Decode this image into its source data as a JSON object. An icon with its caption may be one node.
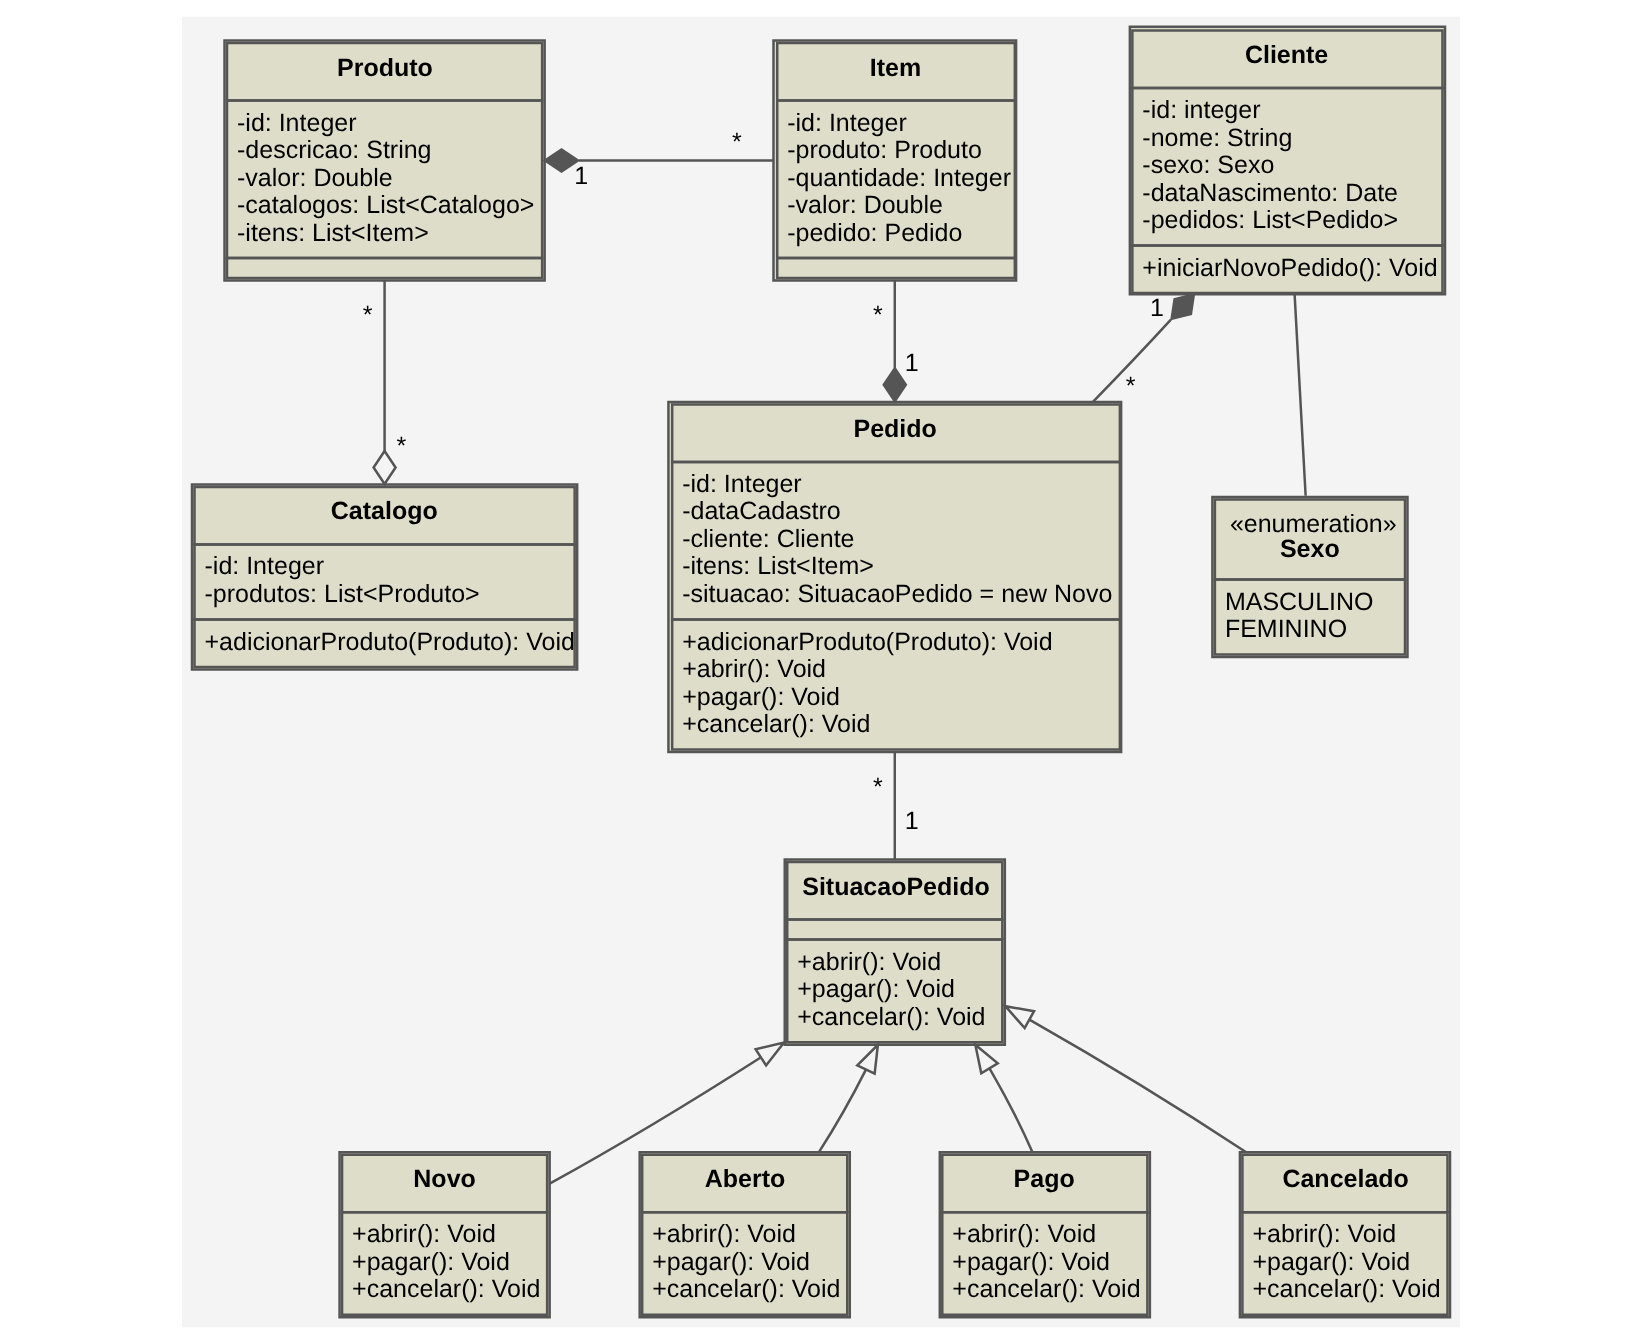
{
  "diagram": {
    "nodes": [
      {
        "text": [
          "Produto",
          "-id: Integer",
          "-descricao: String",
          "-valor: Double",
          "-catalogos: List<Catalogo>",
          "-itens: List<Item>"
        ]
      },
      {
        "text": [
          "Item",
          "-id: Integer",
          "-produto: Produto",
          "-quantidade: Integer",
          "-valor: Double",
          "-pedido: Pedido"
        ]
      },
      {
        "text": [
          "Cliente",
          "-id: integer",
          "-nome: String",
          "-sexo: Sexo",
          "-dataNascimento: Date",
          "-pedidos: List<Pedido>",
          "+iniciarNovoPedido(): Void"
        ]
      },
      {
        "text": [
          "Catalogo",
          "-id: Integer",
          "-produtos: List<Produto>",
          "+adicionarProduto(Produto): Void"
        ]
      },
      {
        "text": [
          "Pedido",
          "-id: Integer",
          "-dataCadastro",
          "-cliente: Cliente",
          "-itens: List<Item>",
          "-situacao: SituacaoPedido = new Novo",
          "+adicionarProduto(Produto): Void",
          "+abrir(): Void",
          "+pagar(): Void",
          "+cancelar(): Void"
        ]
      },
      {
        "text": [
          "«enumeration»",
          "Sexo",
          "MASCULINO",
          "FEMININO"
        ]
      },
      {
        "text": [
          "SituacaoPedido",
          "+abrir(): Void",
          "+pagar(): Void",
          "+cancelar(): Void"
        ]
      },
      {
        "text": [
          "Novo",
          "+abrir(): Void",
          "+pagar(): Void",
          "+cancelar(): Void"
        ]
      },
      {
        "text": [
          "Aberto",
          "+abrir(): Void",
          "+pagar(): Void",
          "+cancelar(): Void"
        ]
      },
      {
        "text": [
          "Pago",
          "+abrir(): Void",
          "+pagar(): Void",
          "+cancelar(): Void"
        ]
      },
      {
        "text": [
          "Cancelado",
          "+abrir(): Void",
          "+pagar(): Void",
          "+cancelar(): Void"
        ]
      }
    ],
    "edges": [
      {
        "from": 1,
        "to": 0,
        "arrow": "other"
      },
      {
        "from": 0,
        "to": 3,
        "arrow": "other"
      },
      {
        "from": 1,
        "to": 4,
        "arrow": "other"
      },
      {
        "from": 4,
        "to": 2,
        "arrow": "other"
      },
      {
        "from": 2,
        "to": 5,
        "arrow": "none"
      },
      {
        "from": 4,
        "to": 6,
        "arrow": "none"
      },
      {
        "from": 7,
        "to": 6,
        "arrow": "to"
      },
      {
        "from": 8,
        "to": 6,
        "arrow": "to"
      },
      {
        "from": 9,
        "to": 6,
        "arrow": "to"
      },
      {
        "from": 10,
        "to": 6,
        "arrow": "to"
      }
    ],
    "labels": [
      "1",
      "*",
      "*",
      "*",
      "1",
      "*",
      "1",
      "*",
      "*",
      "1"
    ]
  }
}
